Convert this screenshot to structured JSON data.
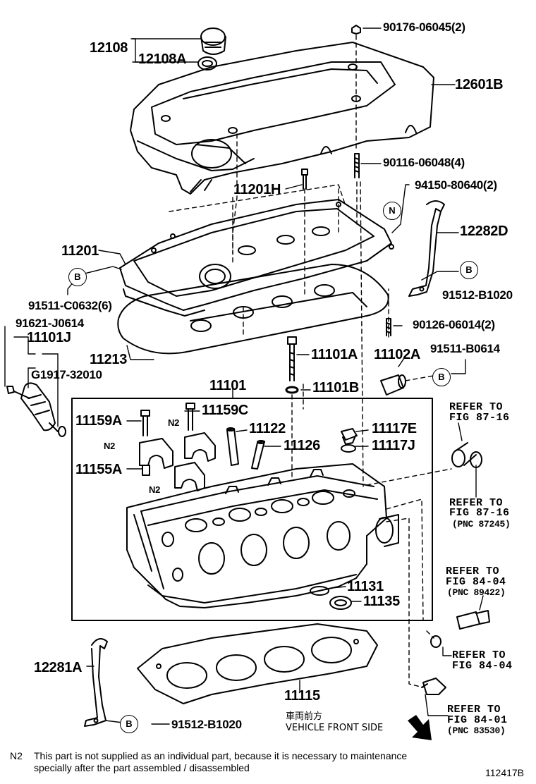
{
  "labels": {
    "p12108": "12108",
    "p12108A": "12108A",
    "p90176": "90176-06045(2)",
    "p12601B": "12601B",
    "p90116": "90116-06048(4)",
    "p11201H": "11201H",
    "p94150": "94150-80640(2)",
    "p12282D": "12282D",
    "p11201": "11201",
    "p91512a": "91512-B1020",
    "p91511c": "91511-C0632(6)",
    "p90126": "90126-06014(2)",
    "p91621": "91621-J0614",
    "p11101J": "11101J",
    "p11101A": "11101A",
    "p11102A": "11102A",
    "p91511b": "91511-B0614",
    "p11213": "11213",
    "pG1917": "G1917-32010",
    "p11101": "11101",
    "p11101B": "11101B",
    "p11159A": "11159A",
    "p11159C": "11159C",
    "p11122": "11122",
    "p11117E": "11117E",
    "p11126": "11126",
    "p11117J": "11117J",
    "p11155A": "11155A",
    "p11131": "11131",
    "p11135": "11135",
    "p12281A": "12281A",
    "p11115": "11115",
    "p91512b": "91512-B1020",
    "n2a": "N2",
    "n2b": "N2",
    "n2c": "N2"
  },
  "callouts": {
    "b1": "B",
    "b2": "B",
    "b3": "B",
    "b4": "B",
    "n": "N"
  },
  "references": {
    "r1": "REFER TO",
    "r1fig": "FIG 87-16",
    "r2": "REFER TO",
    "r2fig": "FIG 87-16",
    "r2pnc": "(PNC 87245)",
    "r3": "REFER TO",
    "r3fig": "FIG 84-04",
    "r3pnc": "(PNC 89422)",
    "r4": "REFER TO",
    "r4fig": "FIG 84-04",
    "r5": "REFER TO",
    "r5fig": "FIG 84-01",
    "r5pnc": "(PNC 83530)"
  },
  "vehicle": {
    "jp": "車両前方",
    "en": "VEHICLE FRONT SIDE"
  },
  "footer": {
    "prefix": "N2",
    "line1": "This part is not supplied as an individual part, because it is necessary to maintenance",
    "line2": "specially after the part assembled / disassembled",
    "fig_id": "112417B"
  },
  "icons": [
    "front-direction-arrow-icon"
  ]
}
